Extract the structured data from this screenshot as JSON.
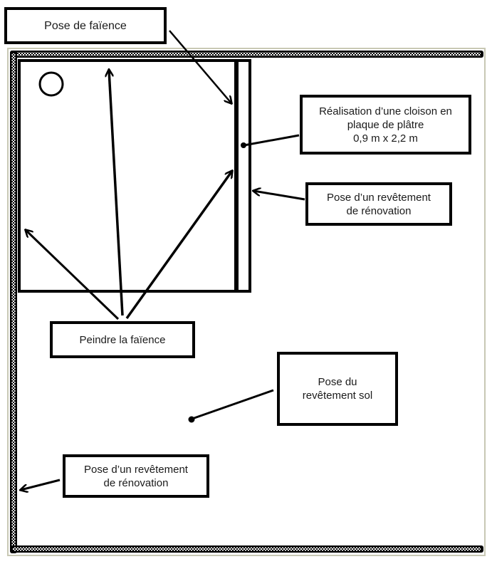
{
  "diagram": {
    "type": "floor-plan-annotation",
    "colors": {
      "wall_outline": "#000000",
      "wall_pattern_light": "#ffffff",
      "frame_border": "#c8c8b4",
      "background": "#ffffff",
      "text": "#1a1a1a"
    },
    "labels": {
      "pose_faience": {
        "lines": [
          "Pose de faïence"
        ]
      },
      "cloison": {
        "lines": [
          "Réalisation d’une cloison en",
          "plaque de plâtre",
          "0,9 m x 2,2 m"
        ]
      },
      "revetement_renovation_right": {
        "lines": [
          "Pose d’un revêtement",
          "de rénovation"
        ]
      },
      "peindre_faience": {
        "lines": [
          "Peindre la faïence"
        ]
      },
      "revetement_sol": {
        "lines": [
          "Pose du",
          "revêtement sol"
        ]
      },
      "revetement_renovation_left": {
        "lines": [
          "Pose d’un revêtement",
          "de rénovation"
        ]
      }
    }
  }
}
